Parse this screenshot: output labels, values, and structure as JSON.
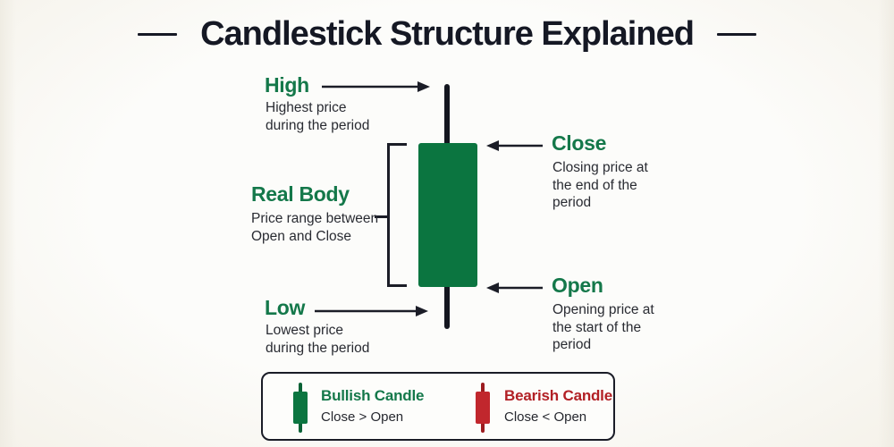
{
  "title": {
    "text": "Candlestick Structure Explained"
  },
  "colors": {
    "bullish_green": "#0b7540",
    "bearish_red": "#c1272d",
    "label_green": "#14784a",
    "label_red": "#b22025",
    "ink": "#1b1d27",
    "background": "#fbfbf8"
  },
  "annotations": {
    "high": {
      "label": "High",
      "desc": "Highest price during the period"
    },
    "close": {
      "label": "Close",
      "desc": "Closing price at the end of the period"
    },
    "real_body": {
      "label": "Real Body",
      "desc": "Price range between Open and Close"
    },
    "open": {
      "label": "Open",
      "desc": "Opening price at the start of the period"
    },
    "low": {
      "label": "Low",
      "desc": "Lowest price during the period"
    }
  },
  "legend": {
    "bullish": {
      "label": "Bullish Candle",
      "condition": "Close > Open"
    },
    "bearish": {
      "label": "Bearish Candle",
      "condition": "Close < Open"
    }
  }
}
